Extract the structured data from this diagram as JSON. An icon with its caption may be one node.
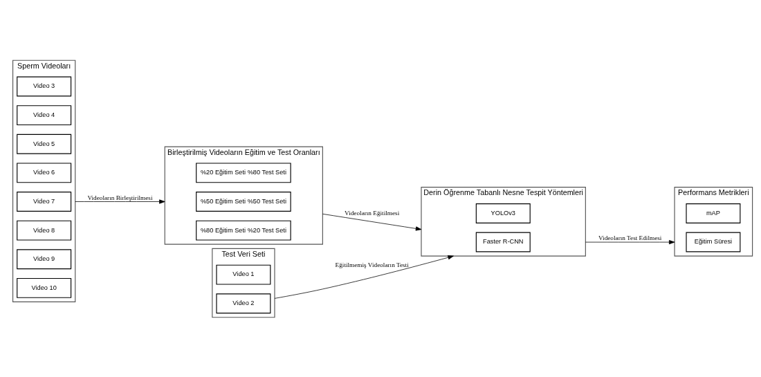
{
  "diagram": {
    "nodes": [
      {
        "text": [
          "Sperm Videoları"
        ]
      },
      {
        "text": [
          "Video 3"
        ],
        "in": 0
      },
      {
        "text": [
          "Video 4"
        ],
        "in": 0
      },
      {
        "text": [
          "Video 5"
        ],
        "in": 0
      },
      {
        "text": [
          "Video 6"
        ],
        "in": 0
      },
      {
        "text": [
          "Video 7"
        ],
        "in": 0
      },
      {
        "text": [
          "Video 8"
        ],
        "in": 0
      },
      {
        "text": [
          "Video 9"
        ],
        "in": 0
      },
      {
        "text": [
          "Video 10"
        ],
        "in": 0
      },
      {
        "text": [
          "Birleştirilmiş Videoların Eğitim ve Test Oranları"
        ]
      },
      {
        "text": [
          "%20 Eğitim Seti %80 Test Seti"
        ],
        "in": 9
      },
      {
        "text": [
          "%50 Eğitim Seti %50 Test Seti"
        ],
        "in": 9
      },
      {
        "text": [
          "%80 Eğitim Seti %20 Test Seti"
        ],
        "in": 9
      },
      {
        "text": [
          "Test Veri Seti"
        ]
      },
      {
        "text": [
          "Video 1"
        ],
        "in": 13
      },
      {
        "text": [
          "Video 2"
        ],
        "in": 13
      },
      {
        "text": [
          "Derin Öğrenme Tabanlı Nesne Tespit Yöntemleri"
        ]
      },
      {
        "text": [
          "YOLOv3"
        ],
        "in": 16
      },
      {
        "text": [
          "Faster R-CNN"
        ],
        "in": 16
      },
      {
        "text": [
          "Performans Metrikleri"
        ]
      },
      {
        "text": [
          "mAP"
        ],
        "in": 19
      },
      {
        "text": [
          "Eğitim Süresi"
        ],
        "in": 19
      }
    ],
    "edges": [
      {
        "from": 0,
        "to": 9,
        "arrow": "to",
        "label": "Videoların Birleştirilmesi"
      },
      {
        "from": 9,
        "to": 16,
        "arrow": "to",
        "label": "Videoların Eğitilmesi"
      },
      {
        "from": 13,
        "to": 16,
        "arrow": "to",
        "label": "Eğitilmemiş Videoların Testi"
      },
      {
        "from": 16,
        "to": 19,
        "arrow": "to",
        "label": "Videoların Test Edilmesi"
      }
    ]
  }
}
